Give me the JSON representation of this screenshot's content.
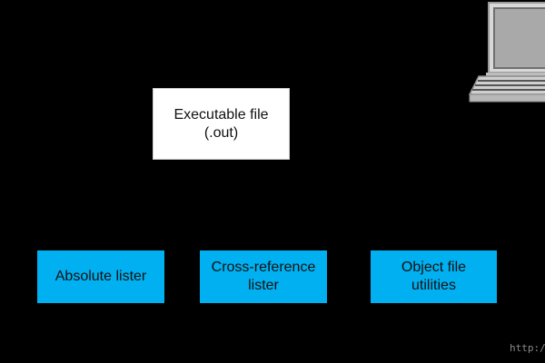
{
  "diagram": {
    "executable": {
      "label": "Executable file\n(.out)"
    },
    "tools": [
      {
        "label": "Absolute lister"
      },
      {
        "label": "Cross-reference\nlister"
      },
      {
        "label": "Object file\nutilities"
      }
    ]
  },
  "watermark": {
    "text": "http:/"
  },
  "colors": {
    "background": "#000000",
    "executable_box": "#ffffff",
    "tool_box": "#00b0f0"
  },
  "icons": {
    "computer": "laptop-icon"
  }
}
